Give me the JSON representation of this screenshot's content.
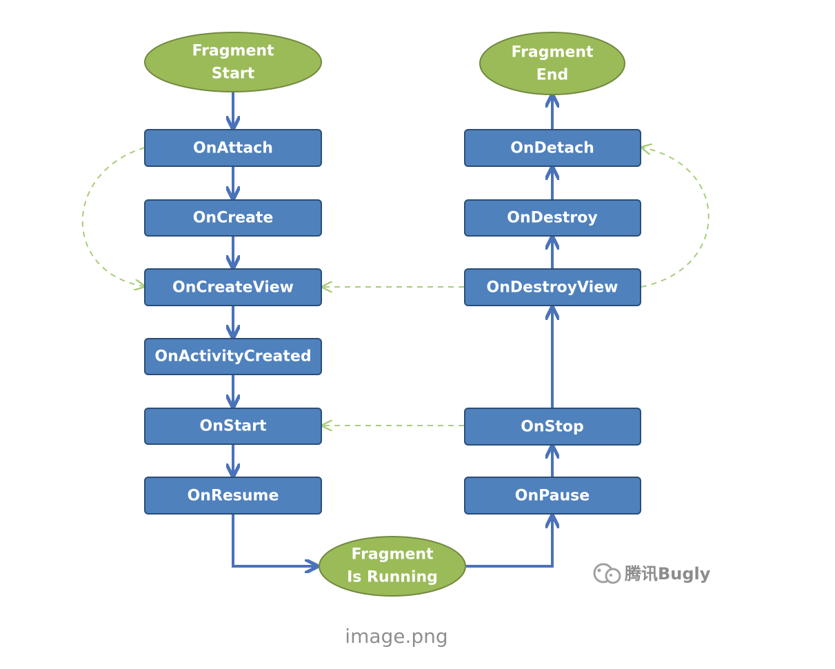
{
  "diagram": {
    "nodes": {
      "fragment_start": [
        "Fragment",
        "Start"
      ],
      "on_attach": "OnAttach",
      "on_create": "OnCreate",
      "on_create_view": "OnCreateView",
      "on_activity_created": "OnActivityCreated",
      "on_start": "OnStart",
      "on_resume": "OnResume",
      "fragment_running": [
        "Fragment",
        "Is Running"
      ],
      "on_pause": "OnPause",
      "on_stop": "OnStop",
      "on_destroy_view": "OnDestroyView",
      "on_destroy": "OnDestroy",
      "on_detach": "OnDetach",
      "fragment_end": [
        "Fragment",
        "End"
      ]
    },
    "watermark": "腾讯Bugly",
    "colors": {
      "box_fill": "#4f81bd",
      "ellipse_fill": "#9bbb59",
      "arrow": "#4a72b8",
      "dashed_arrow": "#a9cc7a"
    }
  },
  "caption": "image.png"
}
